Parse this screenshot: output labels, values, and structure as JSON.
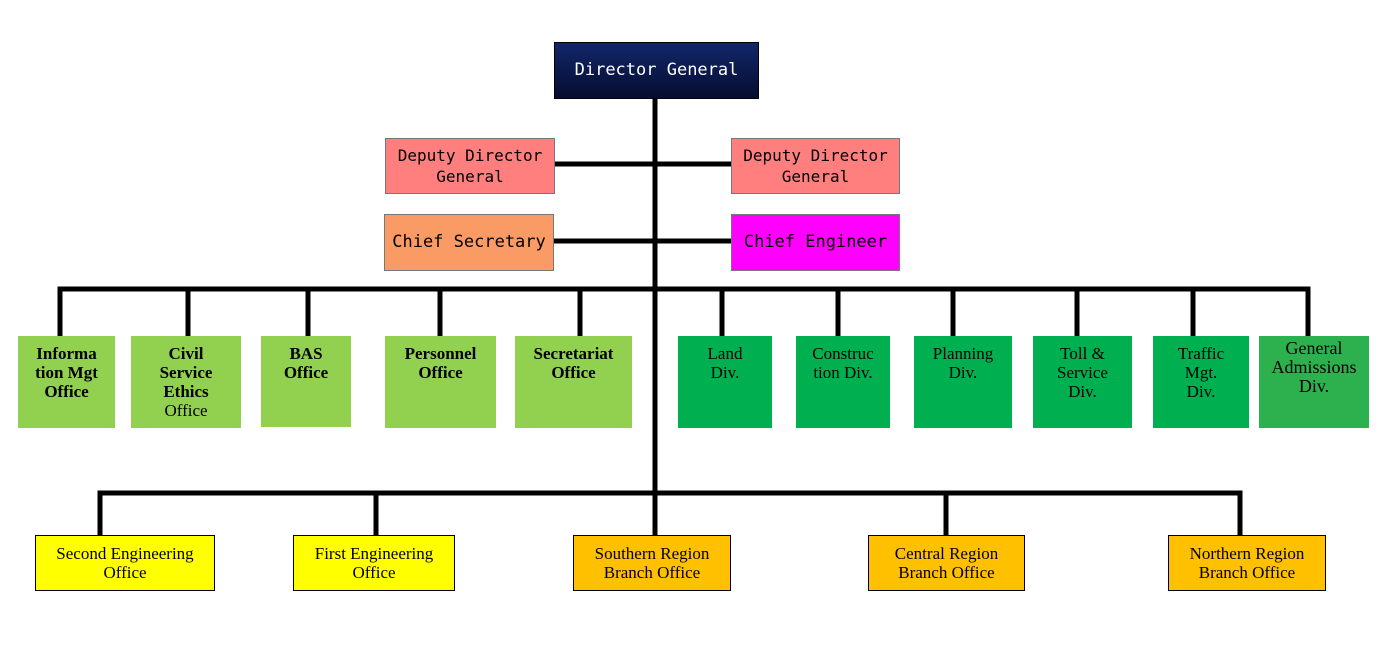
{
  "org_chart": {
    "director": {
      "label": "Director General"
    },
    "deputies": [
      {
        "line1": "Deputy Director",
        "line2": "General"
      },
      {
        "line1": "Deputy Director",
        "line2": "General"
      }
    ],
    "chief_secretary": {
      "label": "Chief Secretary"
    },
    "chief_engineer": {
      "label": "Chief Engineer"
    },
    "offices": [
      {
        "lines": [
          "Informa",
          "tion Mgt",
          "Office"
        ]
      },
      {
        "lines": [
          "Civil",
          "Service",
          "Ethics",
          "Office"
        ]
      },
      {
        "lines": [
          "BAS",
          "Office"
        ]
      },
      {
        "lines": [
          "Personnel",
          "Office"
        ]
      },
      {
        "lines": [
          "Secretariat",
          "Office"
        ]
      }
    ],
    "divisions": [
      {
        "lines": [
          "Land",
          "Div."
        ]
      },
      {
        "lines": [
          "Construc",
          "tion Div."
        ]
      },
      {
        "lines": [
          "Planning",
          "Div."
        ]
      },
      {
        "lines": [
          "Toll &",
          "Service",
          "Div."
        ]
      },
      {
        "lines": [
          "Traffic",
          "Mgt.",
          "Div."
        ]
      },
      {
        "lines": [
          "General",
          "Admissions",
          "Div."
        ]
      }
    ],
    "branches": [
      {
        "lines": [
          "Second Engineering",
          "Office"
        ]
      },
      {
        "lines": [
          "First Engineering",
          "Office"
        ]
      },
      {
        "lines": [
          "Southern Region",
          "Branch Office"
        ]
      },
      {
        "lines": [
          "Central Region",
          "Branch Office"
        ]
      },
      {
        "lines": [
          "Northern Region",
          "Branch Office"
        ]
      }
    ],
    "colors": {
      "director": "#0b1a4d",
      "deputy": "#ff7f7f",
      "chief_secretary": "#fa9a64",
      "chief_engineer": "#ff00ff",
      "office": "#92d050",
      "division": "#00b050",
      "general_admissions": "#2db14e",
      "engineering_office": "#ffff00",
      "branch_office": "#ffc000"
    }
  }
}
